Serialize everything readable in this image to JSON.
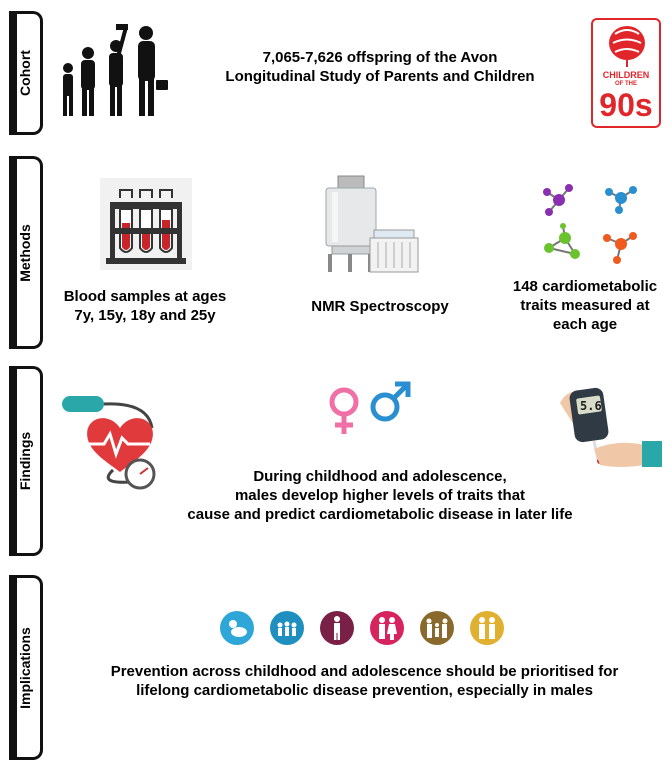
{
  "sections": {
    "cohort": "Cohort",
    "methods": "Methods",
    "findings": "Findings",
    "implications": "Implications"
  },
  "cohort": {
    "line1": "7,065-7,626 offspring of the Avon",
    "line2": "Longitudinal Study of Parents and Children",
    "logo_line1": "CHILDREN",
    "logo_line2": "OF THE",
    "logo_line3": "90s"
  },
  "methods": {
    "blood_line1": "Blood samples at ages",
    "blood_line2": "7y, 15y, 18y and 25y",
    "nmr": "NMR Spectroscopy",
    "traits_line1": "148 cardiometabolic",
    "traits_line2": "traits measured at",
    "traits_line3": "each age"
  },
  "findings": {
    "glucose_reading": "5.6",
    "line1": "During childhood and adolescence,",
    "line2": "males develop higher levels of traits that",
    "line3": "cause and predict cardiometabolic disease in later life"
  },
  "implications": {
    "line1": "Prevention across childhood and adolescence should be prioritised for",
    "line2": "lifelong cardiometabolic disease prevention, especially in males"
  },
  "colors": {
    "logo_red": "#e0262b",
    "tube_red": "#c8242a",
    "female": "#f06fa6",
    "male": "#2a8fd0",
    "lifecycle": [
      "#2ea6d8",
      "#1f8fc0",
      "#7a1f45",
      "#d6245f",
      "#8a6a2c",
      "#e0b030"
    ]
  }
}
